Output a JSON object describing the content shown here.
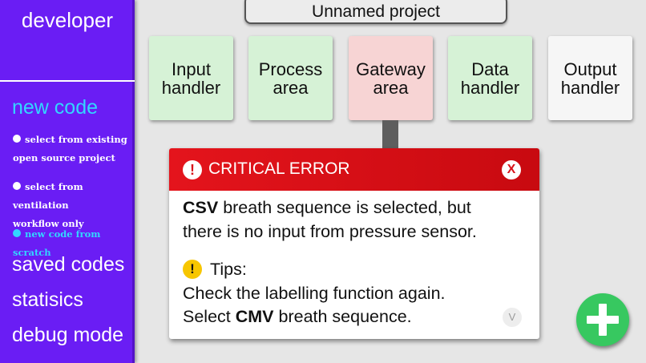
{
  "sidebar": {
    "title": "developer",
    "section": "new code",
    "sub_items": [
      {
        "label_line1": "select from existing",
        "label_line2": "open source project"
      },
      {
        "label_line1": "select from ventilation",
        "label_line2": "workflow only"
      },
      {
        "label_line1": "new code from scratch"
      }
    ],
    "menu": [
      "saved codes",
      "statisics",
      "debug mode"
    ]
  },
  "project": {
    "title": "Unnamed project"
  },
  "modules": [
    {
      "label": "Input\nhandler",
      "color": "#d6f2d6"
    },
    {
      "label": "Process\narea",
      "color": "#d6f2d6"
    },
    {
      "label": "Gateway\narea",
      "color": "#f7d4d4"
    },
    {
      "label": "Data\nhandler",
      "color": "#d6f2d6"
    },
    {
      "label": "Output\nhandler",
      "color": "#f6f6f6"
    }
  ],
  "dialog": {
    "title": "CRITICAL ERROR",
    "alert_icon": "!",
    "close_label": "X",
    "message_bold": "CSV",
    "message_rest": " breath sequence is selected, but",
    "message_line2": "there is no input from pressure sensor.",
    "tips_icon": "!",
    "tips_label": "Tips:",
    "tip1": "Check the labelling function again.",
    "tip2_prefix": "Select ",
    "tip2_bold": "CMV",
    "tip2_suffix": " breath sequence.",
    "expand_label": "V"
  },
  "colors": {
    "sidebar_bg": "#6a1df4",
    "sidebar_accent": "#33d6ff",
    "error_red": "#e4141c",
    "tip_yellow": "#f7c600",
    "fab_green": "#37c860"
  },
  "icons": {
    "alert": "alert-circle-icon",
    "close": "close-icon",
    "tip": "warning-icon",
    "expand": "chevron-down-icon",
    "fab": "plus-icon"
  }
}
